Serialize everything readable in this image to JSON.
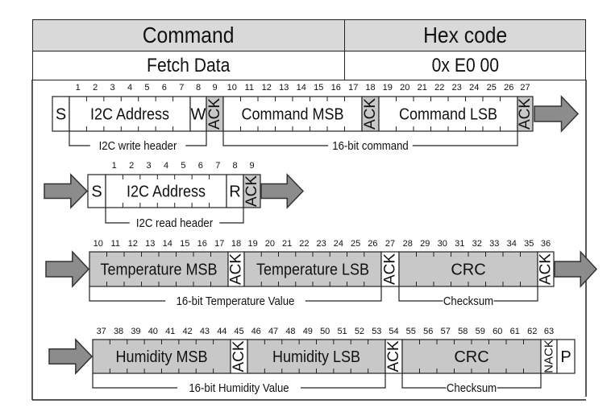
{
  "table": {
    "headers": [
      "Command",
      "Hex code"
    ],
    "row": [
      "Fetch Data",
      "0x E0 00"
    ]
  },
  "diagram": {
    "rows": [
      {
        "segments": [
          {
            "label": "S",
            "bits": []
          },
          {
            "label": "I2C Address",
            "bits": [
              1,
              2,
              3,
              4,
              5,
              6,
              7
            ]
          },
          {
            "label": "W",
            "bits": [
              8
            ]
          },
          {
            "label": "ACK",
            "bits": [
              9
            ]
          },
          {
            "label": "Command MSB",
            "bits": [
              10,
              11,
              12,
              13,
              14,
              15,
              16,
              17
            ]
          },
          {
            "label": "ACK",
            "bits": [
              18
            ]
          },
          {
            "label": "Command LSB",
            "bits": [
              19,
              20,
              21,
              22,
              23,
              24,
              25,
              26
            ]
          },
          {
            "label": "ACK",
            "bits": [
              27
            ]
          }
        ],
        "brackets": [
          "I2C write header",
          "16-bit command"
        ]
      },
      {
        "segments": [
          {
            "label": "S",
            "bits": []
          },
          {
            "label": "I2C Address",
            "bits": [
              1,
              2,
              3,
              4,
              5,
              6,
              7
            ]
          },
          {
            "label": "R",
            "bits": [
              8
            ]
          },
          {
            "label": "ACK",
            "bits": [
              9
            ]
          }
        ],
        "brackets": [
          "I2C read header"
        ]
      },
      {
        "segments": [
          {
            "label": "Temperature MSB",
            "bits": [
              10,
              11,
              12,
              13,
              14,
              15,
              16,
              17
            ]
          },
          {
            "label": "ACK",
            "bits": [
              18
            ]
          },
          {
            "label": "Temperature LSB",
            "bits": [
              19,
              20,
              21,
              22,
              23,
              24,
              25,
              26
            ]
          },
          {
            "label": "ACK",
            "bits": [
              27
            ]
          },
          {
            "label": "CRC",
            "bits": [
              28,
              29,
              30,
              31,
              32,
              33,
              34,
              35
            ]
          },
          {
            "label": "ACK",
            "bits": [
              36
            ]
          }
        ],
        "brackets": [
          "16-bit Temperature Value",
          "Checksum"
        ]
      },
      {
        "segments": [
          {
            "label": "Humidity MSB",
            "bits": [
              37,
              38,
              39,
              40,
              41,
              42,
              43,
              44
            ]
          },
          {
            "label": "ACK",
            "bits": [
              45
            ]
          },
          {
            "label": "Humidity LSB",
            "bits": [
              46,
              47,
              48,
              49,
              50,
              51,
              52,
              53
            ]
          },
          {
            "label": "ACK",
            "bits": [
              54
            ]
          },
          {
            "label": "CRC",
            "bits": [
              55,
              56,
              57,
              58,
              59,
              60,
              61,
              62
            ]
          },
          {
            "label": "NACK",
            "bits": [
              63
            ]
          },
          {
            "label": "P",
            "bits": []
          }
        ],
        "brackets": [
          "16-bit Humidity Value",
          "Checksum"
        ]
      }
    ]
  },
  "colors": {
    "gray_fill": "#c8c8c8",
    "arrow_fill": "#8c8c8c",
    "header_bg": "#d9d9d9"
  }
}
